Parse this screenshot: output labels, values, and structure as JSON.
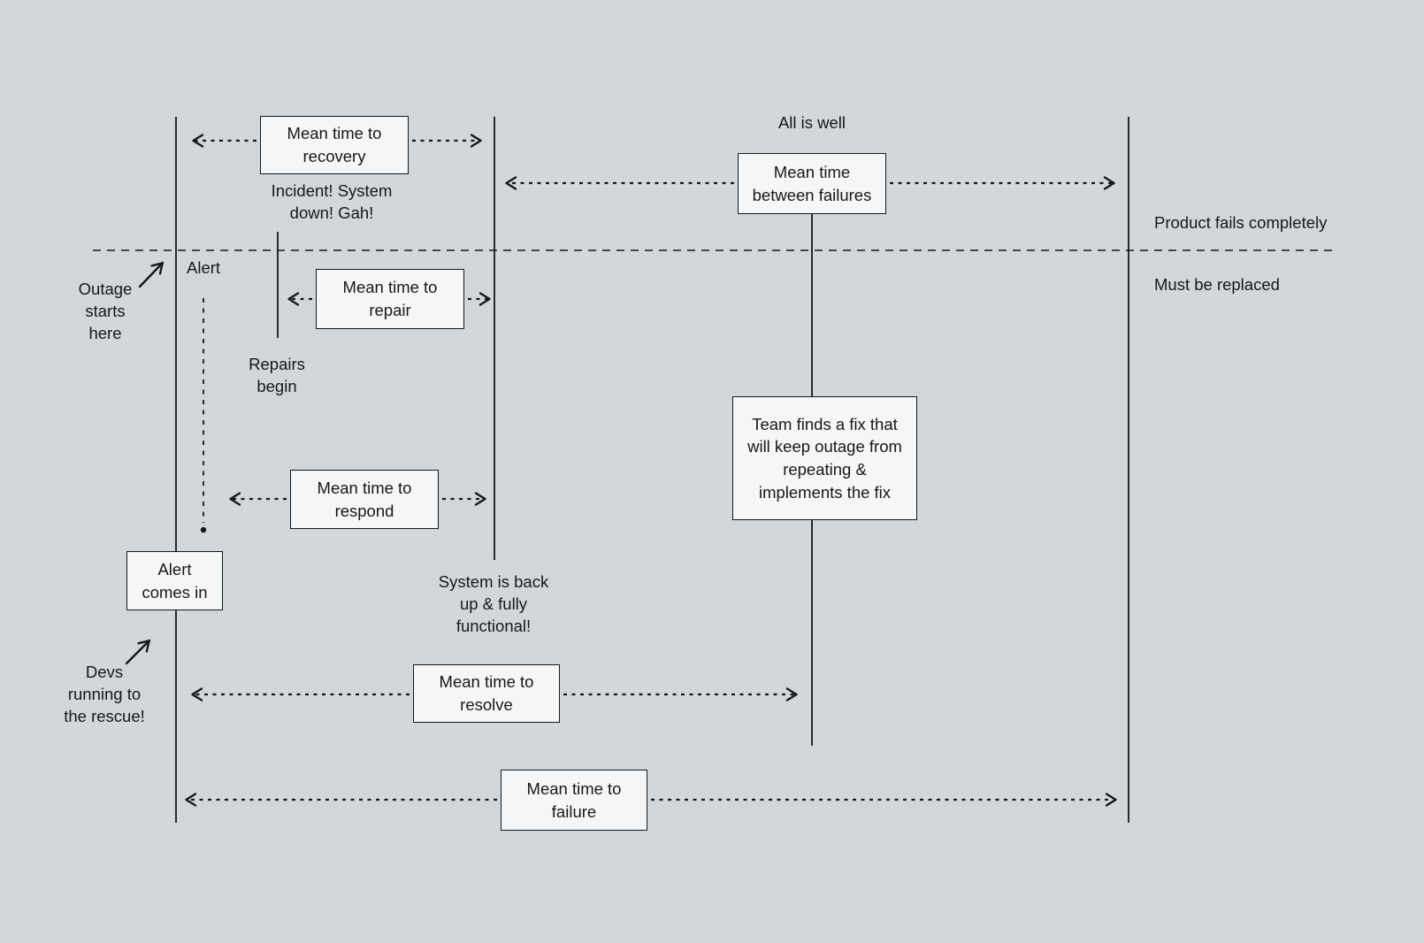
{
  "colors": {
    "background": "#d2d7da",
    "box_fill": "#f5f6f7",
    "stroke": "#16181a"
  },
  "boxes": {
    "recovery": "Mean time to\nrecovery",
    "between_failures": "Mean time\nbetween failures",
    "repair": "Mean time to\nrepair",
    "respond": "Mean time to\nrespond",
    "alert_comes_in": "Alert\ncomes in",
    "team_fix": "Team finds a fix that\nwill keep outage from\nrepeating &\nimplements the fix",
    "resolve": "Mean time to\nresolve",
    "failure": "Mean time to\nfailure"
  },
  "labels": {
    "all_is_well": "All is well",
    "incident": "Incident! System\ndown! Gah!",
    "product_fails": "Product fails completely",
    "must_be_replaced": "Must be replaced",
    "alert": "Alert",
    "outage_starts": "Outage\nstarts\nhere",
    "repairs_begin": "Repairs\nbegin",
    "system_back": "System is back\nup & fully\nfunctional!",
    "devs_running": "Devs\nrunning to\nthe rescue!"
  }
}
